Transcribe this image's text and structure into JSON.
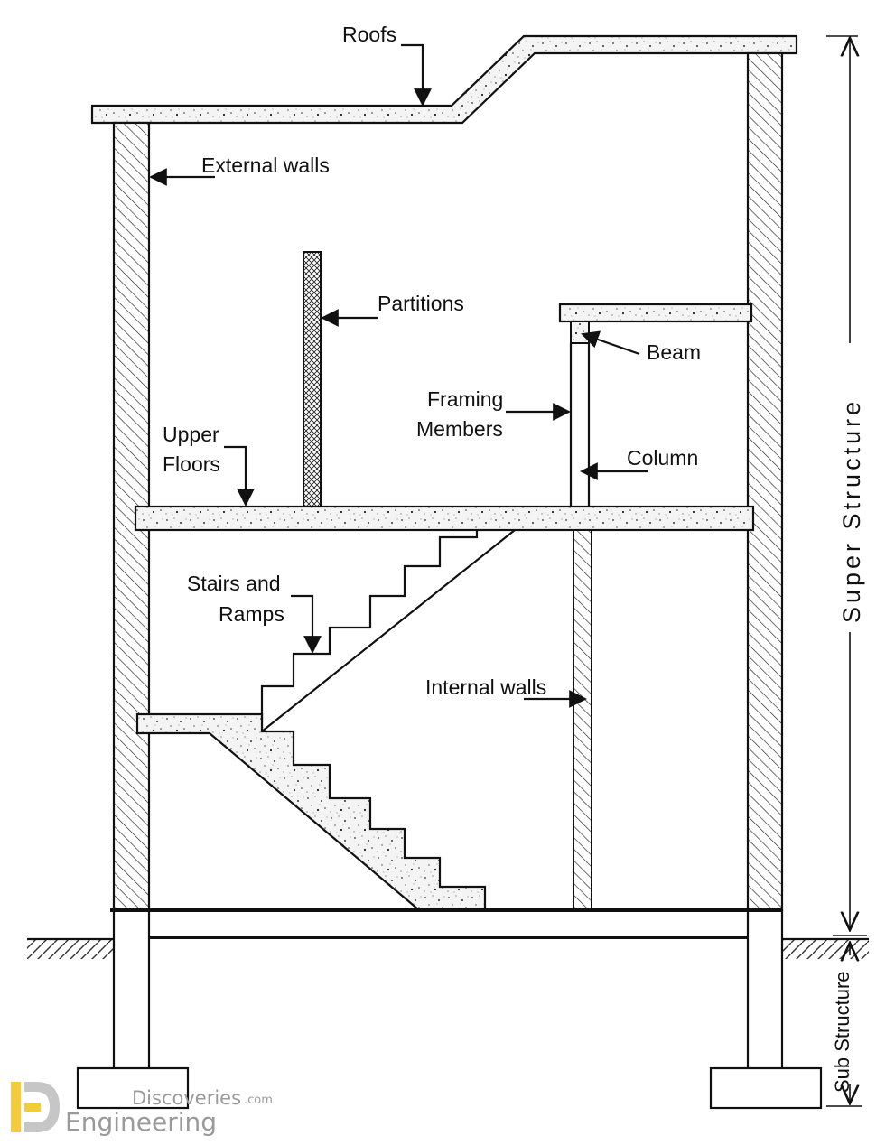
{
  "labels": {
    "roofs": "Roofs",
    "external_walls": "External walls",
    "partitions": "Partitions",
    "beam": "Beam",
    "framing_line1": "Framing",
    "framing_line2": "Members",
    "column": "Column",
    "upper_floors_line1": "Upper",
    "upper_floors_line2": "Floors",
    "stairs_line1": "Stairs  and",
    "stairs_line2": "Ramps",
    "internal_walls": "Internal walls",
    "super_structure": "Super  Structure",
    "sub_structure": "Sub Structure"
  },
  "watermark": {
    "line1": "Discoveries",
    "line1_suffix": ".com",
    "line2": "Engineering"
  },
  "colors": {
    "line": "#111111",
    "concrete_fill": "#f4f4f4",
    "watermark_gray": "#9a9a9a",
    "logo_yellow": "#f2c21b"
  }
}
